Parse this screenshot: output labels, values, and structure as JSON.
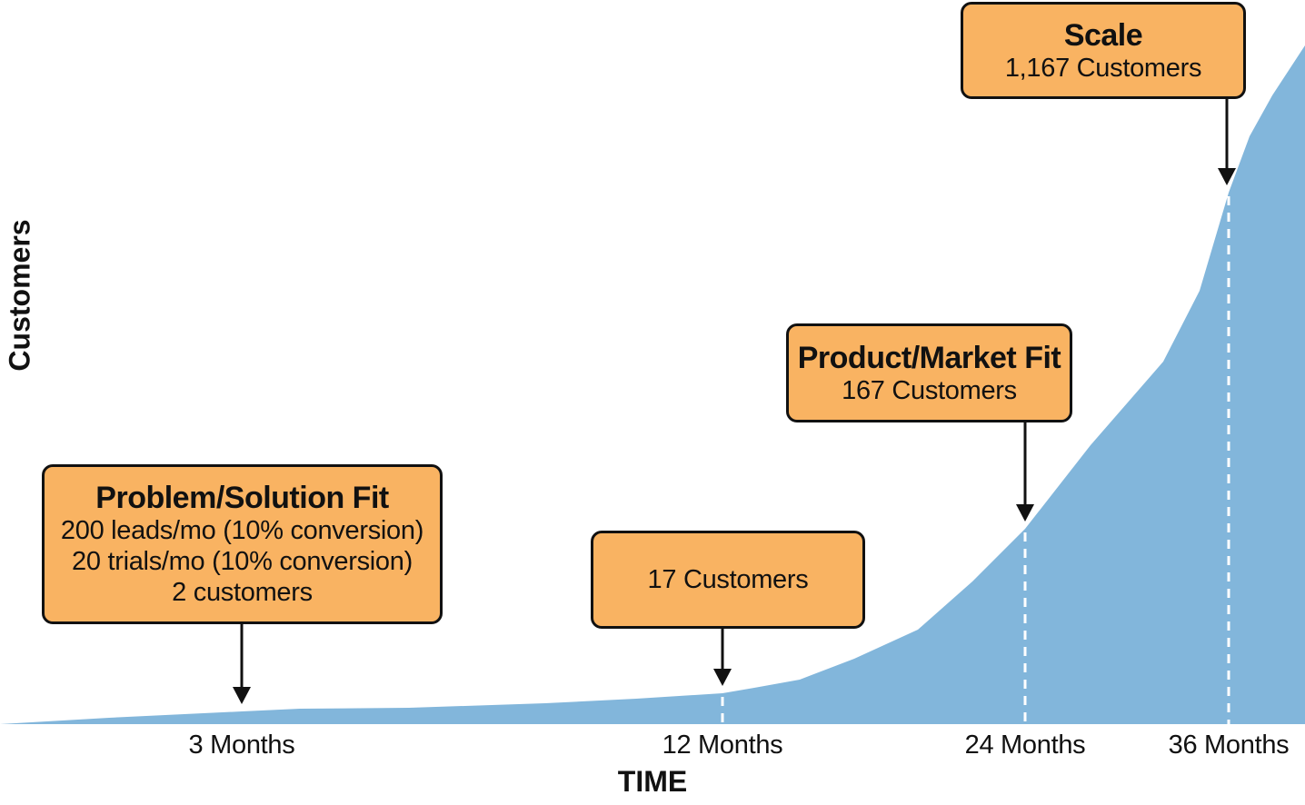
{
  "chart_data": {
    "type": "area",
    "xlabel": "TIME",
    "ylabel": "Customers",
    "fill_color": "#82B6DB",
    "callout_color": "#F9B362",
    "x_unit": "months",
    "xlim": [
      0,
      38.5
    ],
    "milestones": [
      {
        "month": 3,
        "tick_label": "3 Months",
        "customers": 2,
        "title": "Problem/Solution Fit",
        "lines": [
          "200 leads/mo (10% conversion)",
          "20 trials/mo (10% conversion)",
          "2 customers"
        ]
      },
      {
        "month": 12,
        "tick_label": "12 Months",
        "customers": 17,
        "title": "",
        "lines": [
          "17 Customers"
        ]
      },
      {
        "month": 24,
        "tick_label": "24 Months",
        "customers": 167,
        "title": "Product/Market Fit",
        "lines": [
          "167 Customers"
        ]
      },
      {
        "month": 36,
        "tick_label": "36 Months",
        "customers": 1167,
        "title": "Scale",
        "lines": [
          "1,167 Customers"
        ]
      }
    ]
  }
}
